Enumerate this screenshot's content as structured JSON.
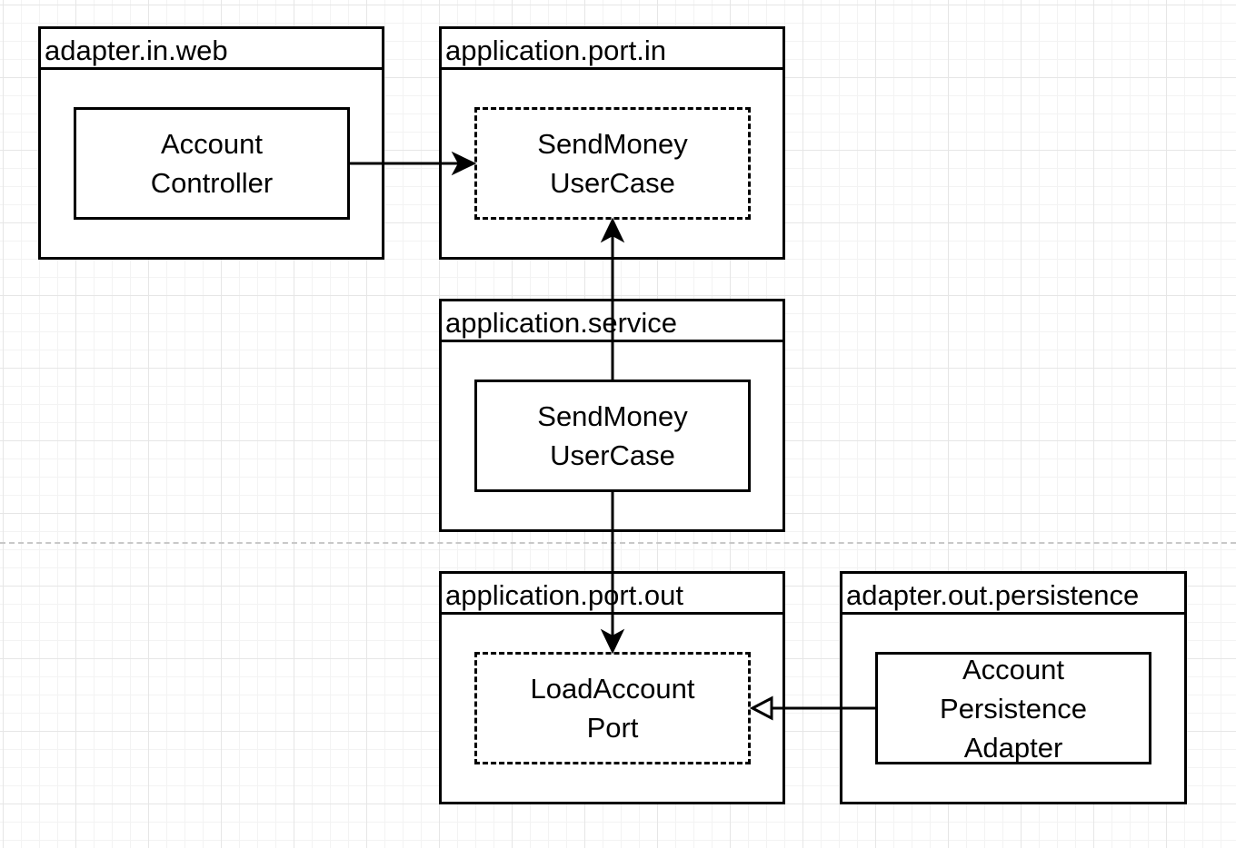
{
  "packages": {
    "web": {
      "title": "adapter.in.web"
    },
    "port_in": {
      "title": "application.port.in"
    },
    "service": {
      "title": "application.service"
    },
    "port_out": {
      "title": "application.port.out"
    },
    "persistence": {
      "title": "adapter.out.persistence"
    }
  },
  "nodes": {
    "account_controller": {
      "lines": [
        "Account",
        "Controller"
      ]
    },
    "send_money_port": {
      "lines": [
        "SendMoney",
        "UserCase"
      ]
    },
    "send_money_service": {
      "lines": [
        "SendMoney",
        "UserCase"
      ]
    },
    "load_account_port": {
      "lines": [
        "LoadAccount",
        "Port"
      ]
    },
    "account_persistence_adapter": {
      "lines": [
        "Account",
        "Persistence",
        "Adapter"
      ]
    }
  },
  "colors": {
    "line": "#000000",
    "background": "#ffffff",
    "grid": "#e6e6e6"
  }
}
